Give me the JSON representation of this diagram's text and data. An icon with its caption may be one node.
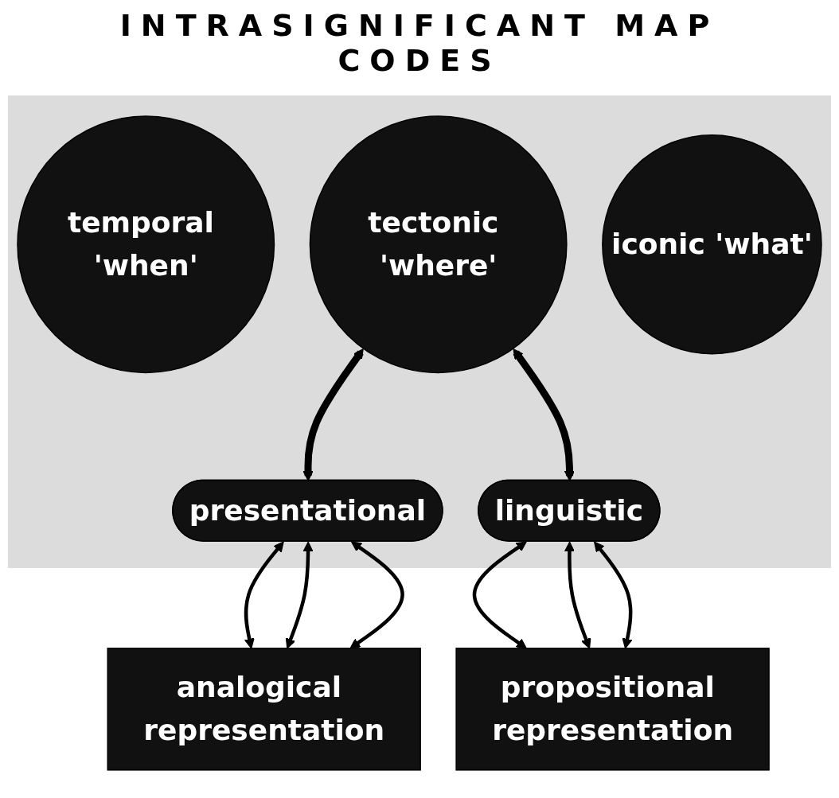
{
  "diagram": {
    "title": "INTRASIGNIFICANT MAP CODES",
    "nodes": [
      {
        "text": [
          "temporal 'when'"
        ]
      },
      {
        "text": [
          "tectonic 'where'"
        ]
      },
      {
        "text": [
          "iconic 'what'"
        ]
      },
      {
        "text": [
          "presentational"
        ]
      },
      {
        "text": [
          "linguistic"
        ]
      },
      {
        "text": [
          "analogical representation"
        ]
      },
      {
        "text": [
          "propositional representation"
        ]
      }
    ],
    "edges": [
      {
        "from": 1,
        "to": 3,
        "arrow": "both",
        "style": "thick"
      },
      {
        "from": 1,
        "to": 4,
        "arrow": "both",
        "style": "thick"
      },
      {
        "from": 3,
        "to": 5,
        "arrow": "both"
      },
      {
        "from": 3,
        "to": 5,
        "arrow": "both"
      },
      {
        "from": 3,
        "to": 5,
        "arrow": "both"
      },
      {
        "from": 4,
        "to": 6,
        "arrow": "both"
      },
      {
        "from": 4,
        "to": 6,
        "arrow": "both"
      },
      {
        "from": 4,
        "to": 6,
        "arrow": "both"
      }
    ]
  }
}
